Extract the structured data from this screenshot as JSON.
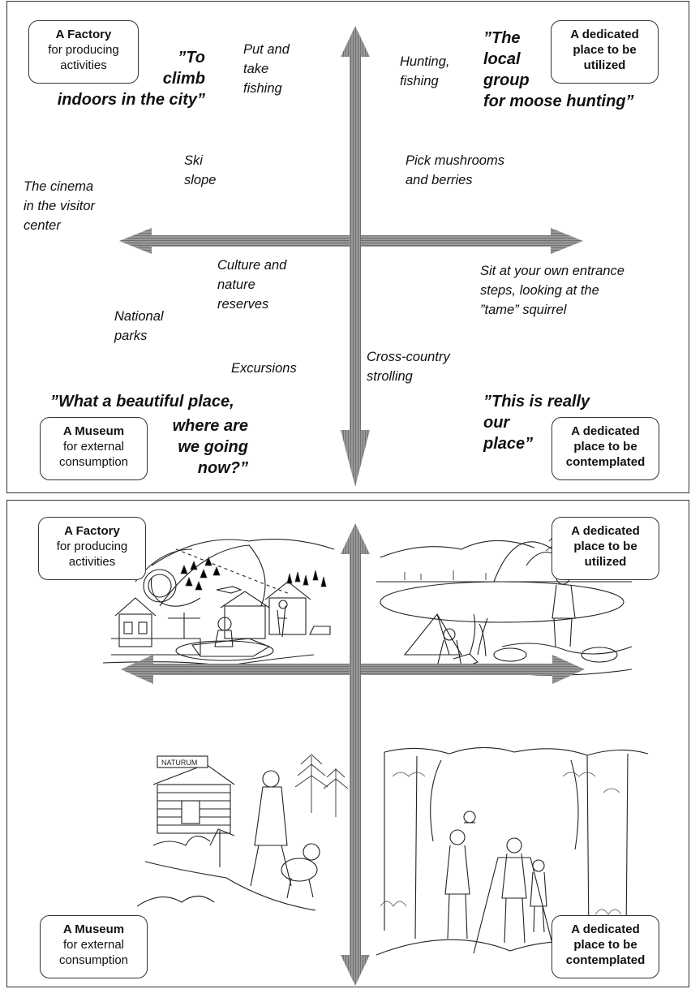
{
  "boxes": {
    "factory": {
      "title": "A Factory",
      "line1": "for producing",
      "line2": "activities"
    },
    "utilized": {
      "line1": "A dedicated",
      "line2": "place to be",
      "line3": "utilized"
    },
    "museum": {
      "title": "A Museum",
      "line1": "for external",
      "line2": "consumption"
    },
    "contemplated": {
      "line1": "A dedicated",
      "line2": "place to be",
      "line3": "contemplated"
    }
  },
  "quotes": {
    "climb": "”To\nclimb\nindoors in the city”",
    "moose": "”The\nlocal\ngroup\nfor moose hunting”",
    "beautiful_1": "”What a beautiful place,",
    "beautiful_2": "where are\nwe going\nnow?”",
    "our_place": "”This is really\nour\nplace”"
  },
  "labels": {
    "put_take": "Put and\ntake\nfishing",
    "hunting": "Hunting,\nfishing",
    "ski": "Ski\nslope",
    "mushrooms": "Pick mushrooms\nand berries",
    "cinema": "The cinema\nin the visitor\ncenter",
    "culture": "Culture and\nnature\nreserves",
    "entrance": "Sit at your own entrance\nsteps, looking at the\n”tame” squirrel",
    "national": "National\nparks",
    "excursions": "Excursions",
    "cross_country": "Cross-country\nstrolling"
  },
  "illustrations": {
    "top_left": "ski-resort-scene",
    "top_right": "fishing-camp-scene",
    "bottom_left": "naturum-visitor-center-scene",
    "bottom_right": "family-forest-walk-scene",
    "sign_text": "NATURUM"
  },
  "colors": {
    "arrow_fill": "#8a8a8a",
    "arrow_stripe": "#6a6a6a",
    "border": "#333333"
  }
}
